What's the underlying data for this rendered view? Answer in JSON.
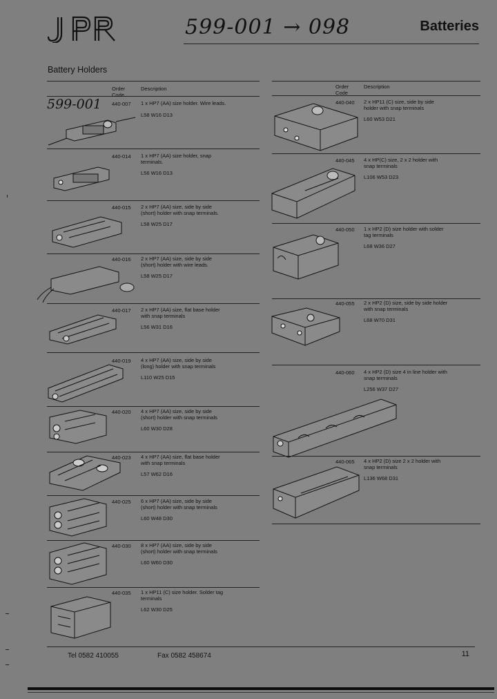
{
  "header": {
    "logo_text": "JPR",
    "handwritten_range": "599-001 → 098",
    "title": "Batteries"
  },
  "section_title": "Battery Holders",
  "handwritten_code": "599-001",
  "columns": {
    "order_code": "Order Code",
    "description": "Description"
  },
  "left_items": [
    {
      "code": "440-007",
      "desc": "1 x HP7 (AA) size holder. Wire leads.",
      "dims": "L58 W16 D13"
    },
    {
      "code": "440-014",
      "desc": "1 x HP7 (AA) size holder, snap terminals.",
      "dims": "L56 W16 D13"
    },
    {
      "code": "440-015",
      "desc": "2 x HP7 (AA) size, side by side (short) holder with snap terminals.",
      "dims": "L58 W25 D17"
    },
    {
      "code": "440-016",
      "desc": "2 x HP7 (AA) size, side by side (short) holder with wire leads.",
      "dims": "L58 W25 D17"
    },
    {
      "code": "440-017",
      "desc": "2 x HP7 (AA) size, flat base holder with snap terminals",
      "dims": "L56 W31 D16"
    },
    {
      "code": "440-019",
      "desc": "4 x HP7 (AA) size, side by side (long) holder with snap terminals",
      "dims": "L110 W25 D15"
    },
    {
      "code": "440-020",
      "desc": "4 x HP7 (AA) size, side by side (short) holder with snap terminals",
      "dims": "L60 W30 D28"
    },
    {
      "code": "440-023",
      "desc": "4 x HP7 (AA) size, flat base holder with snap terminals",
      "dims": "L57 W62 D16"
    },
    {
      "code": "440-025",
      "desc": "6 x HP7 (AA) size, side by side (short) holder with snap terminals",
      "dims": "L60 W48 D30"
    },
    {
      "code": "440-030",
      "desc": "8 x HP7 (AA) size, side by side (short) holder with snap terminals",
      "dims": "L60 W60 D30"
    },
    {
      "code": "440-035",
      "desc": "1 x HP11 (C) size holder. Solder tag terminals",
      "dims": "L62 W30 D25"
    }
  ],
  "right_items": [
    {
      "code": "440-040",
      "desc": "2 x HP11 (C) size, side by side holder with snap terminals",
      "dims": "L60 W53 D21"
    },
    {
      "code": "440-045",
      "desc": "4 x HP(C) size, 2 x 2 holder with snap terminals",
      "dims": "L106 W53 D23"
    },
    {
      "code": "440-050",
      "desc": "1 x HP2 (D) size holder with solder tag terminals",
      "dims": "L68 W36 D27"
    },
    {
      "code": "440-055",
      "desc": "2 x HP2 (D) size, side by side holder with snap terminals",
      "dims": "L68 W70 D31"
    },
    {
      "code": "440-060",
      "desc": "4 x HP2 (D) size 4 in line holder with snap terminals",
      "dims": "L256 W37 D27"
    },
    {
      "code": "440-065",
      "desc": "4 x HP2 (D) size 2 x 2 holder with snap terminals",
      "dims": "L136 W68 D31"
    }
  ],
  "footer": {
    "tel": "Tel 0582 410055",
    "fax": "Fax 0582 458674",
    "page": "11"
  }
}
